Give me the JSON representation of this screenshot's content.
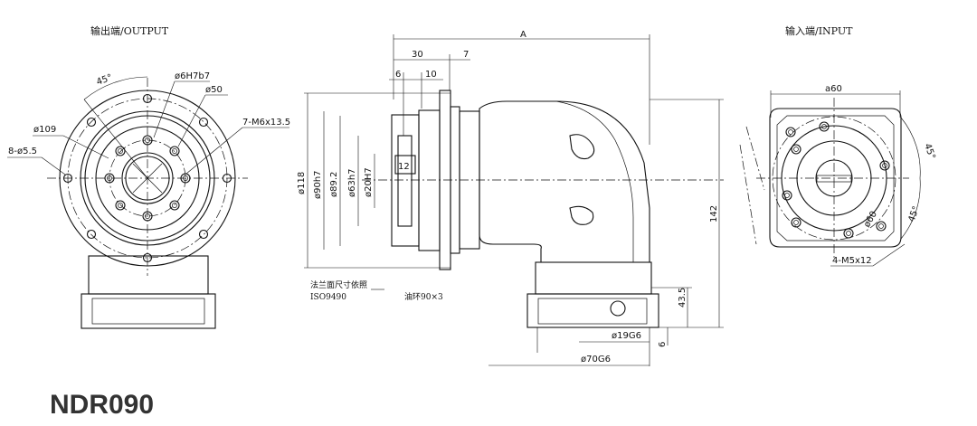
{
  "views": {
    "output_title": "输出端/OUTPUT",
    "input_title": "输入端/INPUT"
  },
  "output_labels": {
    "angle": "45°",
    "pilot": "ø6H7b7",
    "pcd": "ø50",
    "taps": "7-M6x13.5",
    "flange": "ø109",
    "holes": "8-ø5.5"
  },
  "side_labels": {
    "overall": "A",
    "d30": "30",
    "d7": "7",
    "d6": "6",
    "d10": "10",
    "d12": "12",
    "dia118": "ø118",
    "dia90": "ø90h7",
    "dia89": "ø89.2",
    "dia63": "ø63h7",
    "dia20": "ø20H7",
    "height": "142",
    "h43": "43.5",
    "h6": "6",
    "dia19": "ø19G6",
    "dia70": "ø70G6"
  },
  "notes": {
    "flange_note": "法兰面尺寸依照",
    "iso": "ISO9490",
    "oring": "油环90×3"
  },
  "input_labels": {
    "square": "a60",
    "angle_top": "45°",
    "angle_bottom": "45°",
    "pcd": "ø60",
    "taps": "4-M5x12"
  },
  "model": "NDR090"
}
